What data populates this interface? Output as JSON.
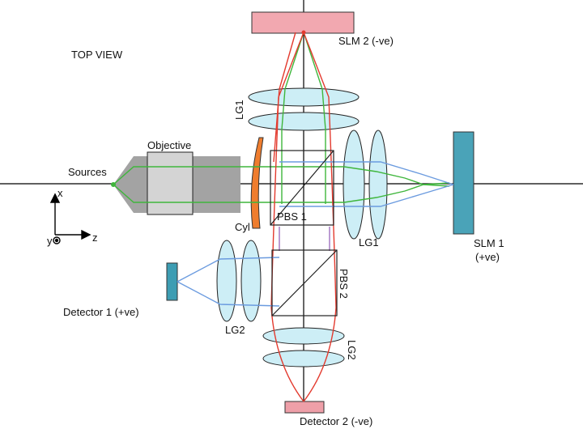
{
  "labels": {
    "view": "TOP VIEW",
    "slm2": "SLM 2 (-ve)",
    "slm1_line1": "SLM 1",
    "slm1_line2": "(+ve)",
    "lg1_top": "LG1",
    "lg1_right": "LG1",
    "objective": "Objective",
    "sources": "Sources",
    "cyl": "Cyl",
    "pbs1": "PBS 1",
    "pbs2": "PBS 2",
    "detector1": "Detector 1 (+ve)",
    "detector2": "Detector 2 (-ve)",
    "lg2_left": "LG2",
    "lg2_bottom": "LG2",
    "axis_x": "x",
    "axis_y": "y",
    "axis_z": "z"
  },
  "colors": {
    "slm2_fill": "#f2a8b0",
    "slm1_fill": "#4aa3b8",
    "detector1_fill": "#3d9db3",
    "detector2_fill": "#ee9fa8",
    "lens_fill": "#cdeef6",
    "objective_dark": "#a3a3a3",
    "objective_light": "#d4d4d4",
    "cyl_fill": "#ef7d2e",
    "beam_red": "#e33a2e",
    "beam_green": "#3fb63c",
    "beam_blue": "#6b9bdf",
    "beam_purple": "#a070c0"
  }
}
